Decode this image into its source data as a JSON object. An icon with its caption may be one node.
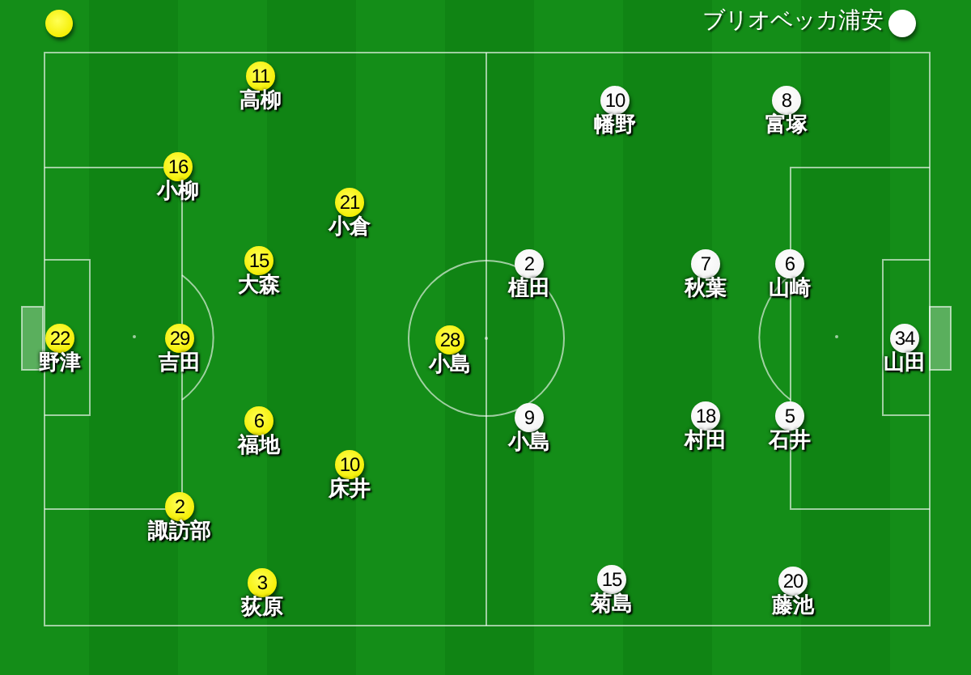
{
  "diagram": {
    "nodes": [
      {
        "text": [
          "11"
        ],
        "beside": [
          "高柳"
        ]
      },
      {
        "text": [
          "16"
        ],
        "beside": [
          "小柳"
        ]
      },
      {
        "text": [
          "21"
        ],
        "beside": [
          "小倉"
        ]
      },
      {
        "text": [
          "15"
        ],
        "beside": [
          "大森"
        ]
      },
      {
        "text": [
          "22"
        ],
        "beside": [
          "野津"
        ]
      },
      {
        "text": [
          "29"
        ],
        "beside": [
          "吉田"
        ]
      },
      {
        "text": [
          "28"
        ],
        "beside": [
          "小島"
        ]
      },
      {
        "text": [
          "6"
        ],
        "beside": [
          "福地"
        ]
      },
      {
        "text": [
          "10"
        ],
        "beside": [
          "床井"
        ]
      },
      {
        "text": [
          "2"
        ],
        "beside": [
          "諏訪部"
        ]
      },
      {
        "text": [
          "3"
        ],
        "beside": [
          "荻原"
        ]
      },
      {
        "text": [
          "10"
        ],
        "beside": [
          "幡野"
        ]
      },
      {
        "text": [
          "8"
        ],
        "beside": [
          "富塚"
        ]
      },
      {
        "text": [
          "2"
        ],
        "beside": [
          "植田"
        ]
      },
      {
        "text": [
          "7"
        ],
        "beside": [
          "秋葉"
        ]
      },
      {
        "text": [
          "6"
        ],
        "beside": [
          "山崎"
        ]
      },
      {
        "text": [
          "34"
        ],
        "beside": [
          "山田"
        ]
      },
      {
        "text": [
          "9"
        ],
        "beside": [
          "小島"
        ]
      },
      {
        "text": [
          "18"
        ],
        "beside": [
          "村田"
        ]
      },
      {
        "text": [
          "5"
        ],
        "beside": [
          "石井"
        ]
      },
      {
        "text": [
          "15"
        ],
        "beside": [
          "菊島"
        ]
      },
      {
        "text": [
          "20"
        ],
        "beside": [
          "藤池"
        ]
      }
    ],
    "legend": [
      {
        "text": "ブリオベッカ浦安",
        "color": "#ffffff"
      }
    ]
  }
}
